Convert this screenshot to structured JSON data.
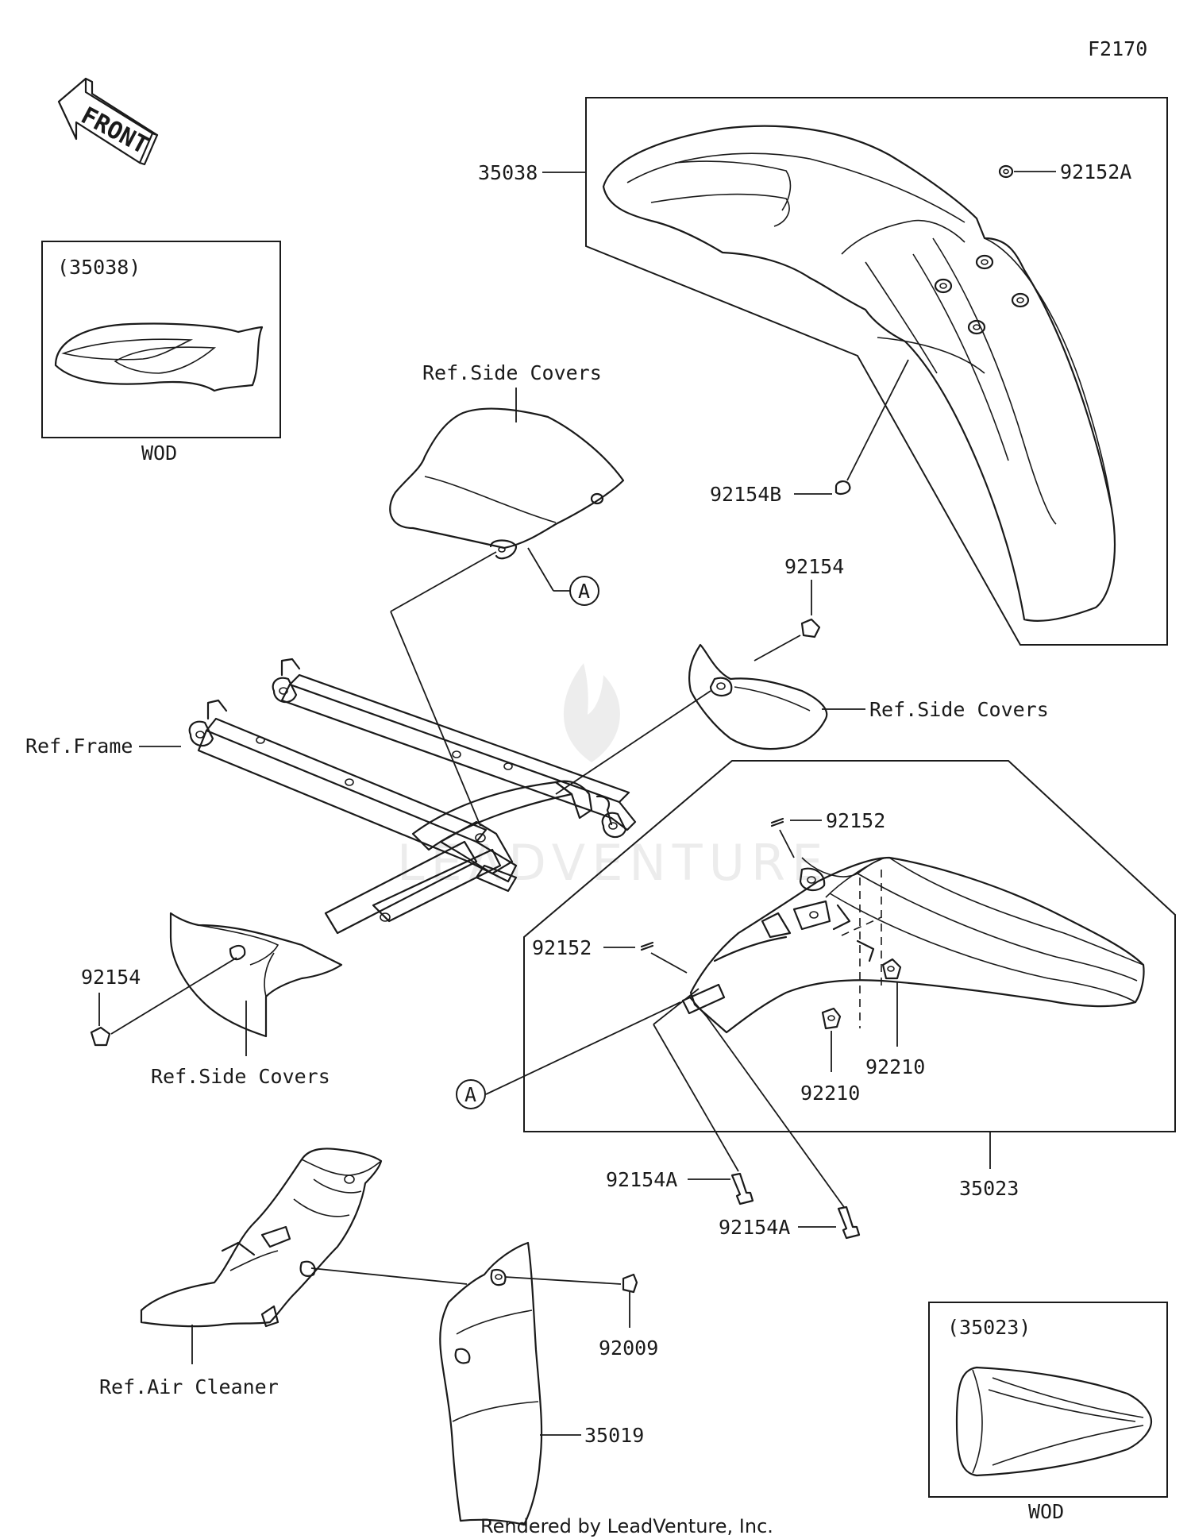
{
  "diagram_code": "F2170",
  "front_label": "FRONT",
  "credit": "Rendered by LeadVenture, Inc.",
  "watermark": "LEADVENTURE",
  "callout_a": "A",
  "insets": {
    "front_fender": {
      "part": "(35038)",
      "note": "WOD"
    },
    "rear_fender": {
      "part": "(35023)",
      "note": "WOD"
    }
  },
  "labels": {
    "front_fender": "35038",
    "front_fender_grommet": "92152A",
    "front_fender_bolt": "92154B",
    "side_cover_upper": "Ref.Side Covers",
    "side_cover_bolt_right": "92154",
    "side_cover_right": "Ref.Side Covers",
    "frame": "Ref.Frame",
    "rear_fender_grommet_top": "92152",
    "rear_fender_grommet_left": "92152",
    "side_cover_bolt_left": "92154",
    "side_cover_left": "Ref.Side Covers",
    "nut_right": "92210",
    "nut_left": "92210",
    "rear_fender": "35023",
    "rear_fender_bolt_1": "92154A",
    "rear_fender_bolt_2": "92154A",
    "guard_screw": "92009",
    "air_cleaner": "Ref.Air Cleaner",
    "mud_guard": "35019"
  }
}
